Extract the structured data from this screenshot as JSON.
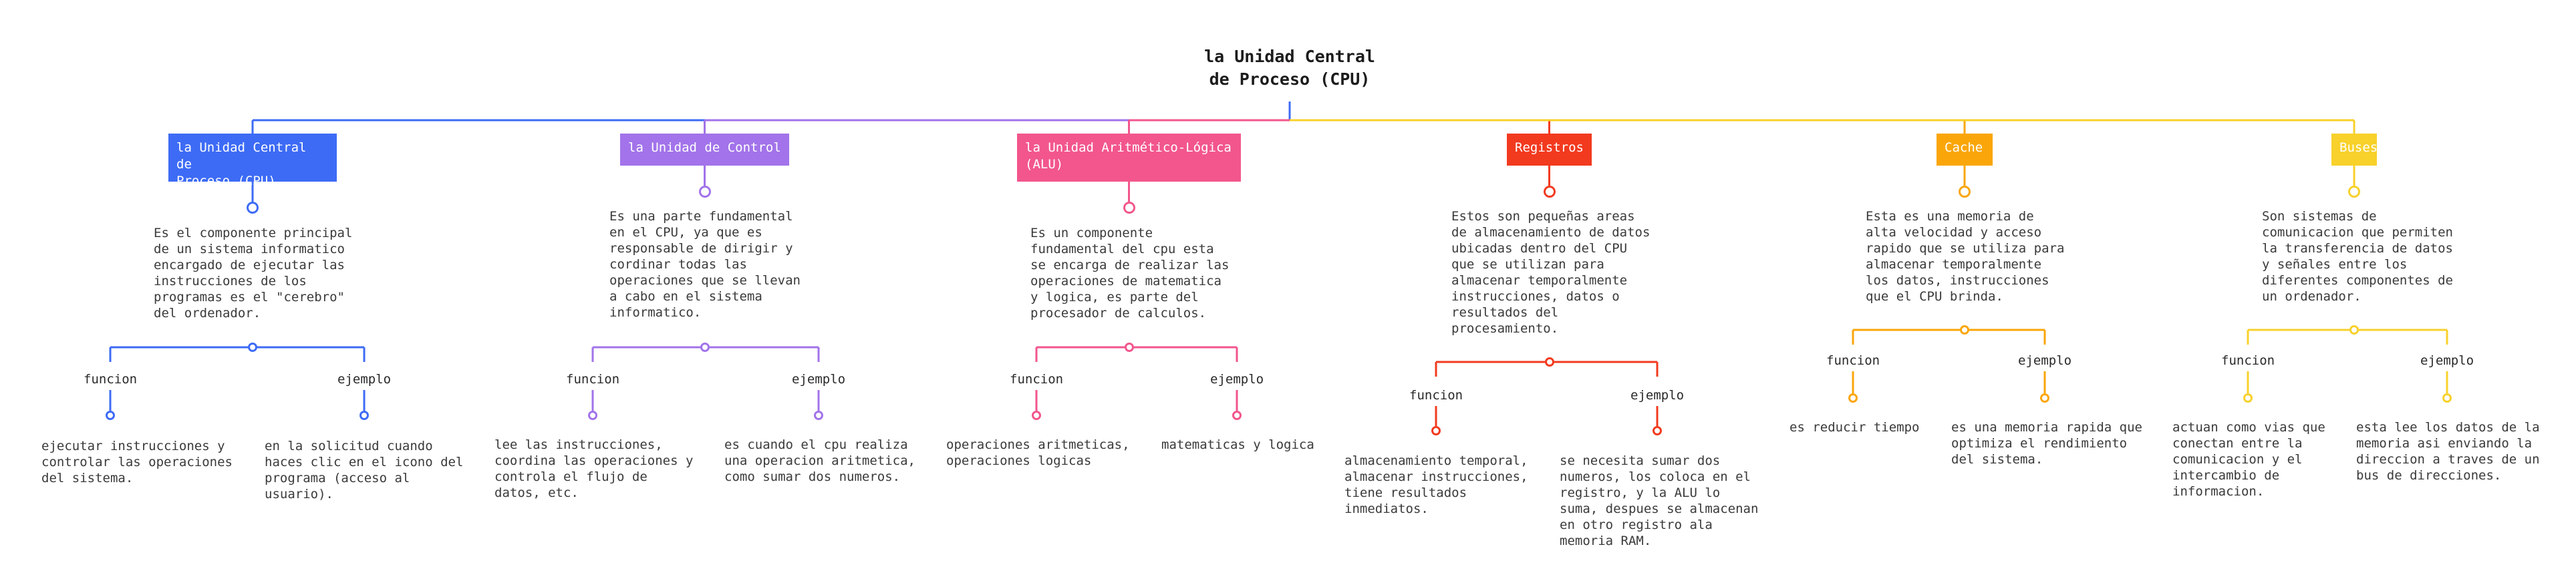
{
  "diagram": {
    "title": "la Unidad Central\nde Proceso (CPU)",
    "categories": [
      {
        "id": "cpu",
        "title": "la Unidad Central de\nProceso (CPU)",
        "color": "#3D6BF5",
        "description": "Es el componente principal\nde un sistema informatico\nencargado de ejecutar las\ninstrucciones de los\nprogramas es el \"cerebro\"\ndel ordenador.",
        "function_label": "funcion",
        "example_label": "ejemplo",
        "function_text": "ejecutar instrucciones y\ncontrolar las operaciones\ndel sistema.",
        "example_text": "en la solicitud cuando\nhaces clic en el icono del\nprograma (acceso al\nusuario)."
      },
      {
        "id": "control",
        "title": "la Unidad de Control",
        "color": "#A273EA",
        "description": "Es una parte fundamental\nen el CPU, ya que es\nresponsable de dirigir y\ncordinar todas las\noperaciones que se llevan\na cabo en el sistema\ninformatico.",
        "function_label": "funcion",
        "example_label": "ejemplo",
        "function_text": "lee las instrucciones,\ncoordina las operaciones y\ncontrola el flujo de\ndatos, etc.",
        "example_text": "es cuando el cpu realiza\nuna operacion aritmetica,\ncomo sumar dos numeros."
      },
      {
        "id": "alu",
        "title": "la Unidad Aritmético-Lógica\n(ALU)",
        "color": "#F2568C",
        "description": "Es un componente\nfundamental del cpu esta\nse encarga de realizar las\noperaciones de matematica\ny logica, es parte del\nprocesador de calculos.",
        "function_label": "funcion",
        "example_label": "ejemplo",
        "function_text": "operaciones aritmeticas,\noperaciones logicas",
        "example_text": "matematicas y logica"
      },
      {
        "id": "registros",
        "title": "Registros",
        "color": "#F23A1F",
        "description": "Estos son pequeñas areas\nde almacenamiento de datos\nubicadas dentro del CPU\nque se utilizan para\nalmacenar temporalmente\ninstrucciones, datos o\nresultados del\nprocesamiento.",
        "function_label": "funcion",
        "example_label": "ejemplo",
        "function_text": "almacenamiento temporal,\nalmacenar instrucciones,\ntiene resultados\ninmediatos.",
        "example_text": "se necesita sumar dos\nnumeros, los coloca en el\nregistro, y la ALU lo\nsuma, despues se almacenan\nen otro registro ala\nmemoria RAM."
      },
      {
        "id": "cache",
        "title": "Cache",
        "color": "#FAA60A",
        "description": "Esta es una memoria de\nalta velocidad y acceso\nrapido que se utiliza para\nalmacenar temporalmente\nlos datos, instrucciones\nque el CPU brinda.",
        "function_label": "funcion",
        "example_label": "ejemplo",
        "function_text": "es reducir tiempo",
        "example_text": "es una memoria rapida que\noptimiza el rendimiento\ndel sistema."
      },
      {
        "id": "buses",
        "title": "Buses",
        "color": "#F8D12B",
        "description": "Son sistemas de\ncomunicacion que permiten\nla transferencia de datos\ny señales entre los\ndiferentes componentes de\nun ordenador.",
        "function_label": "funcion",
        "example_label": "ejemplo",
        "function_text": "actuan como vias que\nconectan entre la\ncomunicacion y el\nintercambio de\ninformacion.",
        "example_text": "esta lee los datos de la\nmemoria asi enviando la\ndireccion a traves de un\nbus de direcciones."
      }
    ]
  }
}
